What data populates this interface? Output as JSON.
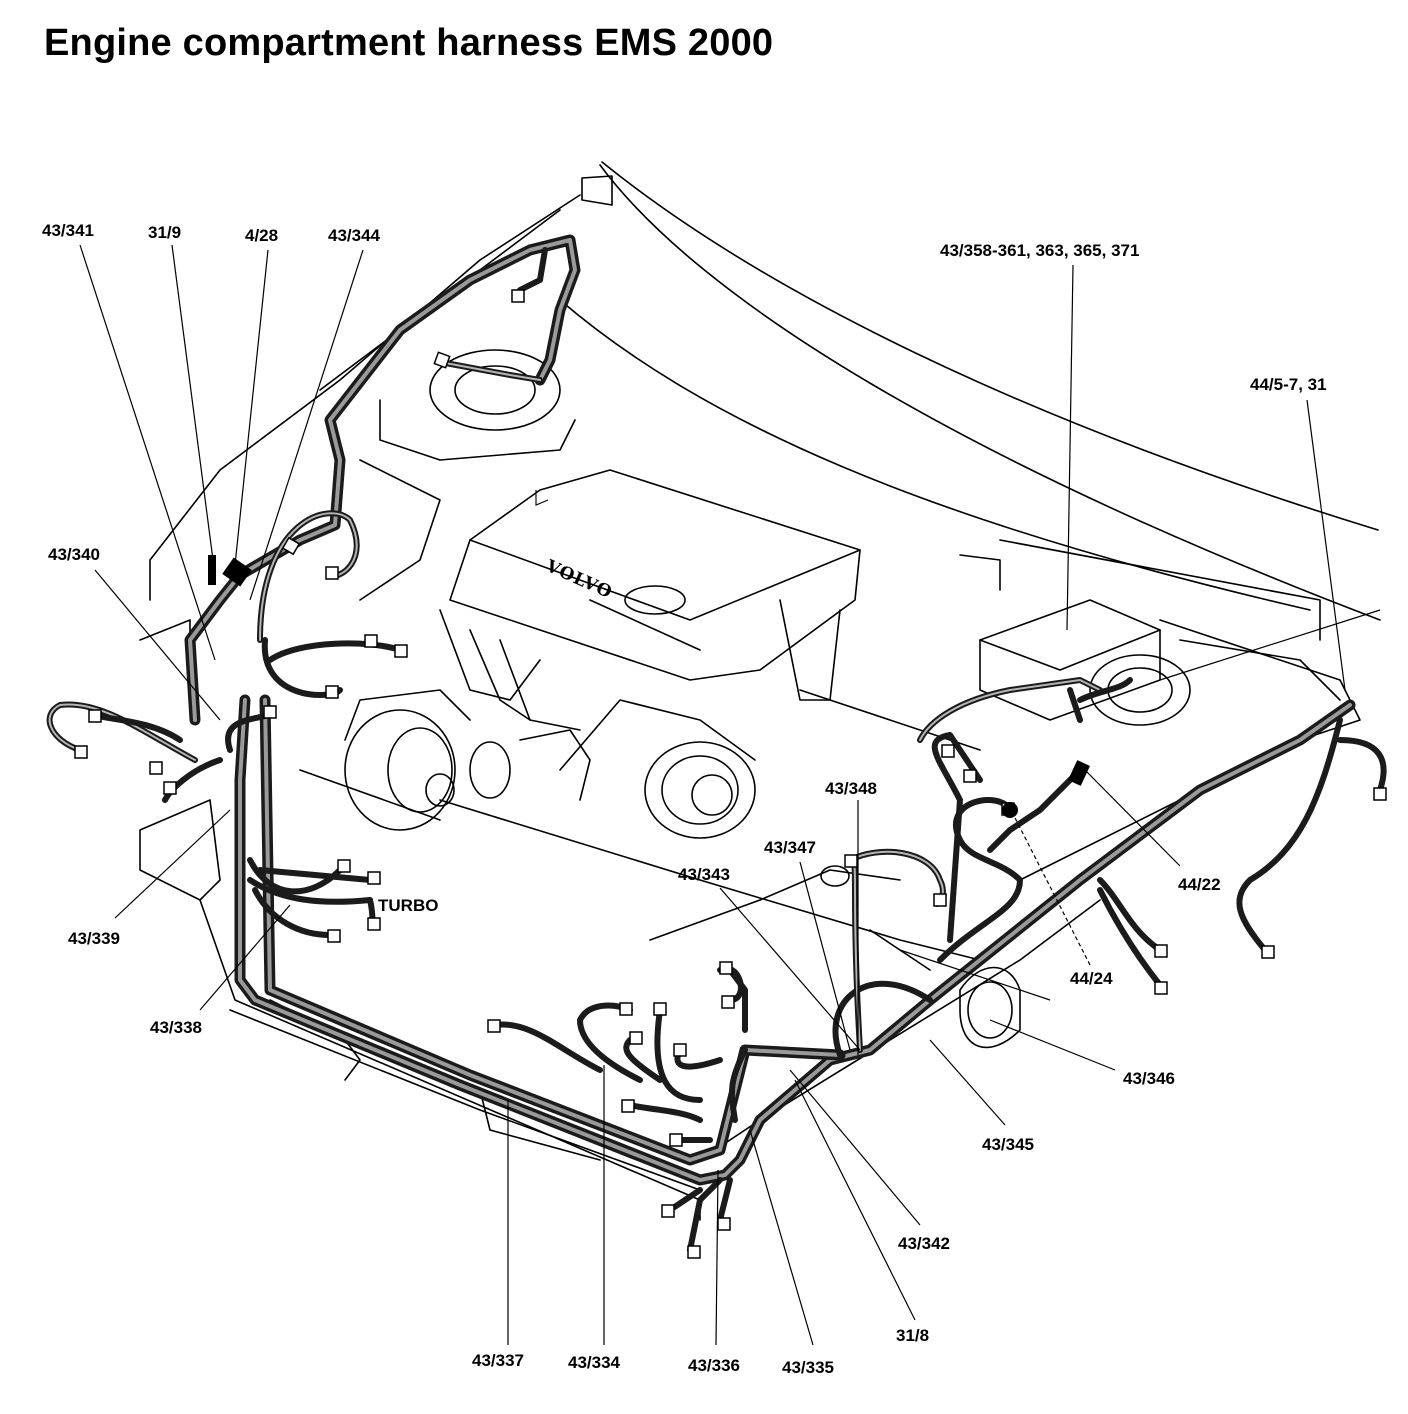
{
  "title": "Engine compartment harness EMS 2000",
  "brand_text": "VOLVO",
  "labels": {
    "l_43_341": "43/341",
    "l_31_9": "31/9",
    "l_4_28": "4/28",
    "l_43_344": "43/344",
    "l_43_358": "43/358-361, 363, 365, 371",
    "l_44_5_7": "44/5-7, 31",
    "l_43_340": "43/340",
    "l_43_348": "43/348",
    "l_43_347": "43/347",
    "l_43_343": "43/343",
    "l_44_22": "44/22",
    "l_turbo": "TURBO",
    "l_43_339": "43/339",
    "l_44_24": "44/24",
    "l_43_338": "43/338",
    "l_43_346": "43/346",
    "l_43_345": "43/345",
    "l_43_342": "43/342",
    "l_31_8": "31/8",
    "l_43_337": "43/337",
    "l_43_334": "43/334",
    "l_43_336": "43/336",
    "l_43_335": "43/335"
  }
}
